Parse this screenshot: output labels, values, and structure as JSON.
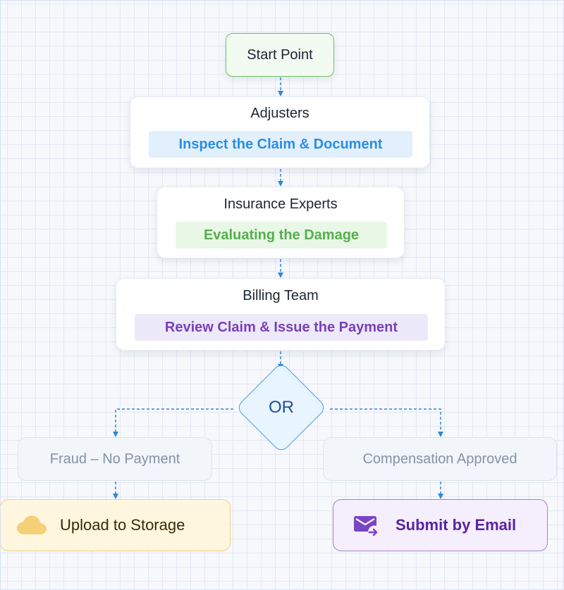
{
  "start": {
    "label": "Start Point"
  },
  "steps": [
    {
      "role": "Adjusters",
      "task": "Inspect the Claim & Document",
      "accent": "#2b8ee0"
    },
    {
      "role": "Insurance Experts",
      "task": "Evaluating the Damage",
      "accent": "#56ae4f"
    },
    {
      "role": "Billing Team",
      "task": "Review Claim & Issue the Payment",
      "accent": "#7a3fb8"
    }
  ],
  "decision": {
    "label": "OR"
  },
  "outcomes": {
    "left": {
      "label": "Fraud – No Payment"
    },
    "right": {
      "label": "Compensation Approved"
    }
  },
  "actions": {
    "left": {
      "label": "Upload to Storage",
      "icon": "cloud-icon"
    },
    "right": {
      "label": "Submit by Email",
      "icon": "email-forward-icon"
    }
  },
  "colors": {
    "connector": "#2e86de",
    "start_border": "#6cc36a",
    "decision_border": "#4a9fe3",
    "upload_border": "#f2d27a",
    "email_border": "#a583cc"
  }
}
